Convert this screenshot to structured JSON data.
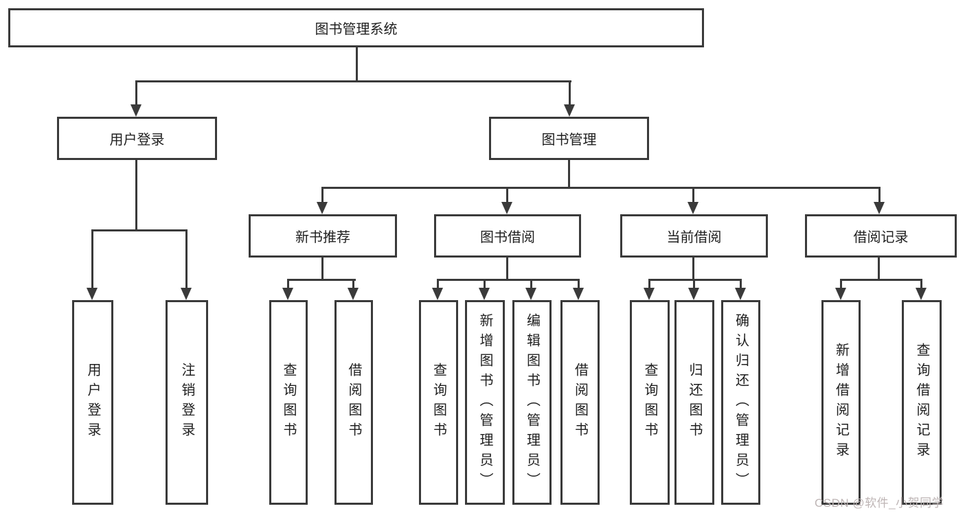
{
  "title": "图书管理系统",
  "tree": {
    "label": "图书管理系统",
    "children": [
      {
        "label": "用户登录",
        "children": [
          {
            "label": "用户登录"
          },
          {
            "label": "注销登录"
          }
        ]
      },
      {
        "label": "图书管理",
        "children": [
          {
            "label": "新书推荐",
            "children": [
              {
                "label": "查询图书"
              },
              {
                "label": "借阅图书"
              }
            ]
          },
          {
            "label": "图书借阅",
            "children": [
              {
                "label": "查询图书"
              },
              {
                "label": "新增图书（管理员）"
              },
              {
                "label": "编辑图书（管理员）"
              },
              {
                "label": "借阅图书"
              }
            ]
          },
          {
            "label": "当前借阅",
            "children": [
              {
                "label": "查询图书"
              },
              {
                "label": "归还图书"
              },
              {
                "label": "确认归还（管理员）"
              }
            ]
          },
          {
            "label": "借阅记录",
            "children": [
              {
                "label": "新增借阅记录"
              },
              {
                "label": "查询借阅记录"
              }
            ]
          }
        ]
      }
    ]
  },
  "watermark": {
    "text": "CSDN @软件_小贺同学"
  },
  "colors": {
    "line": "#3a3a3a",
    "text": "#1f1f1f",
    "watermark": "#beb5b5",
    "background": "#ffffff"
  }
}
